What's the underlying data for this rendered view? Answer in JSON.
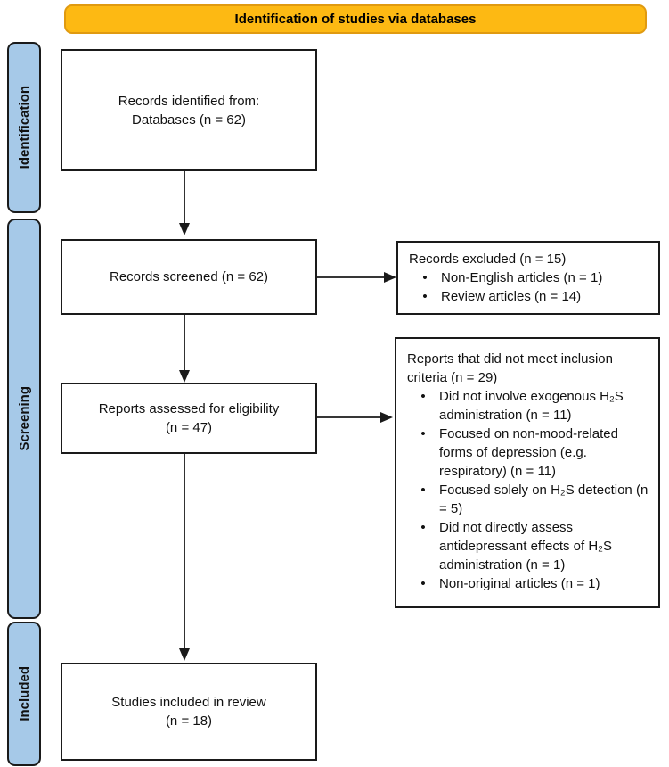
{
  "banner": {
    "label": "Identification of studies via databases",
    "fill": "#FDB913",
    "border": "#E09A10"
  },
  "sidebar": {
    "fill": "#A6C9E8",
    "stages": [
      {
        "label": "Identification"
      },
      {
        "label": "Screening"
      },
      {
        "label": "Included"
      }
    ]
  },
  "flow": {
    "identified": {
      "line1": "Records identified from:",
      "line2": "Databases (n = 62)"
    },
    "screened": {
      "label": "Records screened (n = 62)"
    },
    "eligibility": {
      "line1": "Reports assessed for eligibility",
      "line2": "(n = 47)"
    },
    "included": {
      "line1": "Studies included in review",
      "line2": "(n = 18)"
    }
  },
  "exclusions": {
    "records_excluded": {
      "title": "Records excluded (n = 15)",
      "items": [
        "Non-English articles (n = 1)",
        "Review articles (n = 14)"
      ]
    },
    "reports_excluded": {
      "title": "Reports that did not meet inclusion criteria (n = 29)",
      "items": [
        "Did not involve exogenous H₂S administration (n = 11)",
        "Focused on non-mood-related forms of depression (e.g. respiratory) (n = 11)",
        "Focused solely on H₂S detection (n = 5)",
        "Did not directly assess antidepressant effects of H₂S administration (n = 1)",
        "Non-original articles (n = 1)"
      ]
    }
  }
}
